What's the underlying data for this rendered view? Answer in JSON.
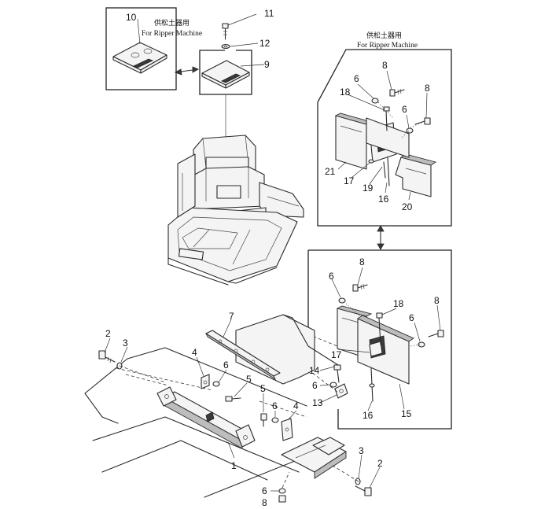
{
  "captions": {
    "top_left_cn": "供松土器用",
    "top_left_en": "For Ripper Machine",
    "top_right_cn": "供松土器用",
    "top_right_en": "For Ripper Machine"
  },
  "callouts": [
    {
      "id": "c-10",
      "label": "10"
    },
    {
      "id": "c-11",
      "label": "11"
    },
    {
      "id": "c-12",
      "label": "12"
    },
    {
      "id": "c-9",
      "label": "9"
    },
    {
      "id": "c-8a",
      "label": "8"
    },
    {
      "id": "c-6a",
      "label": "6"
    },
    {
      "id": "c-18a",
      "label": "18"
    },
    {
      "id": "c-8b",
      "label": "8"
    },
    {
      "id": "c-6b",
      "label": "6"
    },
    {
      "id": "c-21",
      "label": "21"
    },
    {
      "id": "c-17a",
      "label": "17"
    },
    {
      "id": "c-19",
      "label": "19"
    },
    {
      "id": "c-16a",
      "label": "16"
    },
    {
      "id": "c-20",
      "label": "20"
    },
    {
      "id": "c-8c",
      "label": "8"
    },
    {
      "id": "c-6c",
      "label": "6"
    },
    {
      "id": "c-18b",
      "label": "18"
    },
    {
      "id": "c-8d",
      "label": "8"
    },
    {
      "id": "c-6d",
      "label": "6"
    },
    {
      "id": "c-17b",
      "label": "17"
    },
    {
      "id": "c-14",
      "label": "14"
    },
    {
      "id": "c-6e",
      "label": "6"
    },
    {
      "id": "c-13",
      "label": "13"
    },
    {
      "id": "c-16b",
      "label": "16"
    },
    {
      "id": "c-15",
      "label": "15"
    },
    {
      "id": "c-7",
      "label": "7"
    },
    {
      "id": "c-2a",
      "label": "2"
    },
    {
      "id": "c-3a",
      "label": "3"
    },
    {
      "id": "c-4a",
      "label": "4"
    },
    {
      "id": "c-6f",
      "label": "6"
    },
    {
      "id": "c-5a",
      "label": "5"
    },
    {
      "id": "c-5b",
      "label": "5"
    },
    {
      "id": "c-6g",
      "label": "6"
    },
    {
      "id": "c-4b",
      "label": "4"
    },
    {
      "id": "c-1",
      "label": "1"
    },
    {
      "id": "c-3b",
      "label": "3"
    },
    {
      "id": "c-2b",
      "label": "2"
    },
    {
      "id": "c-6h",
      "label": "6"
    },
    {
      "id": "c-8e",
      "label": "8"
    }
  ]
}
